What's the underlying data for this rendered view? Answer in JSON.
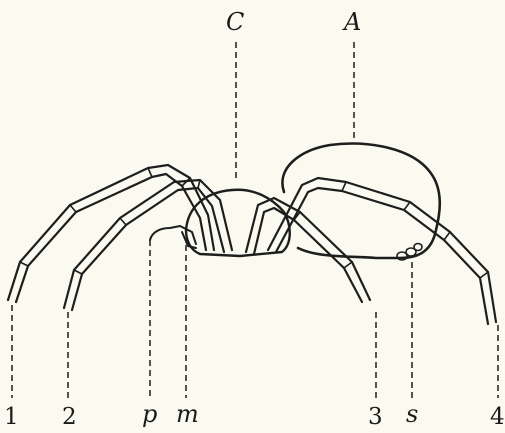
{
  "figure": {
    "labels": {
      "C": "C",
      "A": "A",
      "leg1": "1",
      "leg2": "2",
      "p": "p",
      "m": "m",
      "leg3": "3",
      "s": "s",
      "leg4": "4"
    }
  }
}
